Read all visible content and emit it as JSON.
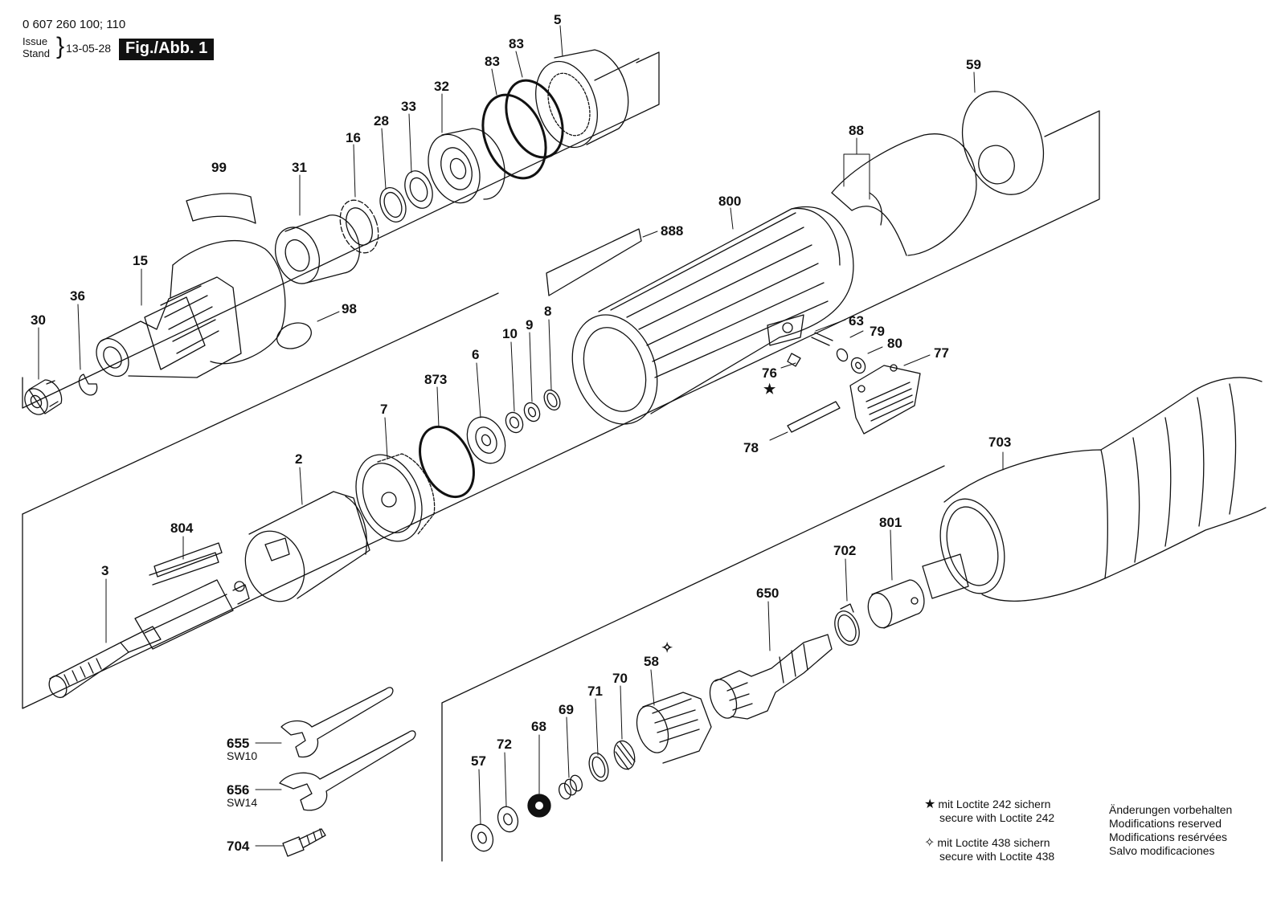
{
  "header": {
    "doc_id": "0 607 260 100; 110",
    "issue_label": "Issue",
    "stand_label": "Stand",
    "date": "13-05-28",
    "figure": "Fig./Abb. 1"
  },
  "parts": {
    "p5": "5",
    "p83a": "83",
    "p83b": "83",
    "p32": "32",
    "p33": "33",
    "p28": "28",
    "p16": "16",
    "p31": "31",
    "p99": "99",
    "p15": "15",
    "p36": "36",
    "p30": "30",
    "p98": "98",
    "p59": "59",
    "p88": "88",
    "p800": "800",
    "p888": "888",
    "p63": "63",
    "p79": "79",
    "p80": "80",
    "p77": "77",
    "p76": "76",
    "p78": "78",
    "p8": "8",
    "p9": "9",
    "p10": "10",
    "p6": "6",
    "p873": "873",
    "p7": "7",
    "p2": "2",
    "p804": "804",
    "p3": "3",
    "p703": "703",
    "p801": "801",
    "p702": "702",
    "p650": "650",
    "p58": "58",
    "p70": "70",
    "p71": "71",
    "p69": "69",
    "p68": "68",
    "p72": "72",
    "p57": "57",
    "p655": "655",
    "sw10": "SW10",
    "p656": "656",
    "sw14": "SW14",
    "p704": "704"
  },
  "notes": {
    "loctite242_de": "mit Loctite 242 sichern",
    "loctite242_en": "secure with Loctite 242",
    "loctite438_de": "mit Loctite 438 sichern",
    "loctite438_en": "secure with Loctite 438",
    "mod_de": "Änderungen vorbehalten",
    "mod_en": "Modifications reserved",
    "mod_fr": "Modifications resérvées",
    "mod_es": "Salvo modificaciones"
  },
  "symbols": {
    "star": "★",
    "open_star": "✧"
  },
  "icons": [
    "star-icon",
    "open-star-icon"
  ]
}
